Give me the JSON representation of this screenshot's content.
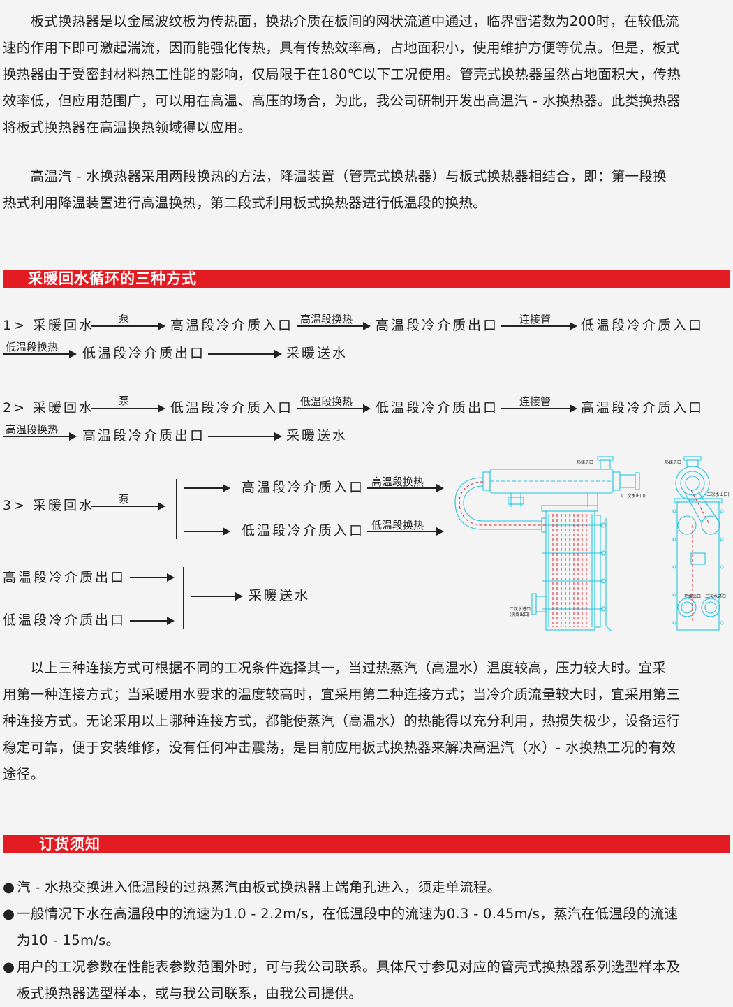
{
  "intro": {
    "p1_lines": [
      "　　板式换热器是以金属波纹板为传热面，换热介质在板间的网状流道中通过，临界雷诺数为200时，在较低流",
      "速的作用下即可激起湍流，因而能强化传热，具有传热效率高，占地面积小，使用维护方便等优点。但是，板式",
      "换热器由于受密封材料热工性能的影响，仅局限于在180℃以下工况使用。管壳式换热器虽然占地面积大，传热",
      "效率低，但应用范围广，可以用在高温、高压的场合，为此，我公司研制开发出高温汽 - 水换热器。此类换热器",
      "将板式换热器在高温换热领域得以应用。"
    ],
    "p2_lines": [
      "　　高温汽 - 水换热器采用两段换热的方法，降温装置（管壳式换热器）与板式换热器相结合，即：第一段换",
      "热式利用降温装置进行高温换热，第二段式利用板式换热器进行低温段的换热。"
    ]
  },
  "section1": {
    "title": "采暖回水循环的三种方式"
  },
  "flow1": {
    "start": "1> 采暖回水",
    "l1": "泵",
    "n1": "高温段冷介质入口",
    "l2": "高温段换热",
    "n2": "高温段冷介质出口",
    "l3": "连接管",
    "n3": "低温段冷介质入口",
    "l4": "低温段换热",
    "n4": "低温段冷介质出口",
    "n5": "采暖送水"
  },
  "flow2": {
    "start": "2> 采暖回水",
    "l1": "泵",
    "n1": "低温段冷介质入口",
    "l2": "低温段换热",
    "n2": "低温段冷介质出口",
    "l3": "连接管",
    "n3": "高温段冷介质入口",
    "l4": "高温段换热",
    "n4": "高温段冷介质出口",
    "n5": "采暖送水"
  },
  "flow3": {
    "start": "3> 采暖回水",
    "l1": "泵",
    "a1": "高温段冷介质入口",
    "la1": "高温段换热",
    "b1": "低温段冷介质入口",
    "lb1": "低温段换热",
    "c1": "高温段冷介质出口",
    "c2": "低温段冷介质出口",
    "out": "采暖送水"
  },
  "drawing": {
    "front": {
      "label_top": "热媒进口",
      "label_right": "(二次水出口)",
      "label_bottom_1": "二次水进口",
      "label_bottom_2": "(热媒出口)"
    },
    "side": {
      "label_top": "热媒进口",
      "label_right": "(二次水出口)",
      "label_bottom_1": "热媒出口",
      "label_bottom_2": "二次水进口"
    },
    "line_color": "#27c4e0",
    "accent_color": "#e31b23"
  },
  "conclusion": {
    "lines": [
      "　　以上三种连接方式可根据不同的工况条件选择其一，当过热蒸汽（高温水）温度较高，压力较大时。宜采",
      "用第一种连接方式；当采暖用水要求的温度较高时，宜采用第二种连接方式；当冷介质流量较大时，宜采用第三",
      "种连接方式。无论采用以上哪种连接方式，都能使蒸汽（高温水）的热能得以充分利用，热损失极少，设备运行",
      "稳定可靠，便于安装维修，没有任何冲击震荡，是目前应用板式换热器来解决高温汽（水）- 水换热工况的有效",
      "途径。"
    ]
  },
  "section2": {
    "title": "订货须知"
  },
  "notes": {
    "bullet": "●",
    "item1": [
      "汽 - 水热交换进入低温段的过热蒸汽由板式换热器上端角孔进入，须走单流程。"
    ],
    "item2": [
      "一般情况下水在高温段中的流速为1.0 - 2.2m/s，在低温段中的流速为0.3 - 0.45m/s，蒸汽在低温段的流速",
      "为10 - 15m/s。"
    ],
    "item3": [
      "用户的工况参数在性能表参数范围外时，可与我公司联系。具体尺寸参见对应的管壳式换热器系列选型样本及",
      "板式换热器选型样本，或与我公司联系，由我公司提供。"
    ]
  },
  "colors": {
    "accent": "#e31b23",
    "background": "#f4f4f4",
    "text": "#222222"
  }
}
